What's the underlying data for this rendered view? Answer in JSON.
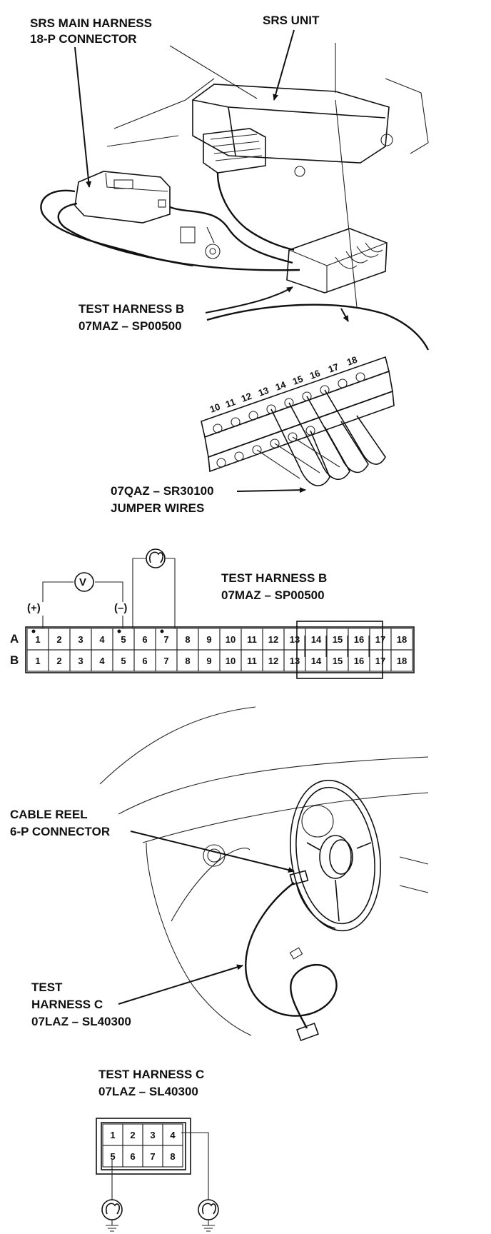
{
  "figure1": {
    "label_main_harness_line1": "SRS MAIN HARNESS",
    "label_main_harness_line2": "18-P CONNECTOR",
    "label_srs_unit": "SRS UNIT",
    "label_test_harness_b_line1": "TEST HARNESS B",
    "label_test_harness_b_line2": "07MAZ – SP00500",
    "label_jumper_line1": "07QAZ – SR30100",
    "label_jumper_line2": "JUMPER WIRES",
    "detail_pins": [
      "10",
      "11",
      "12",
      "13",
      "14",
      "15",
      "16",
      "17",
      "18"
    ]
  },
  "figure2": {
    "title_line1": "TEST HARNESS B",
    "title_line2": "07MAZ – SP00500",
    "row_a_label": "A",
    "row_b_label": "B",
    "pins": [
      "1",
      "2",
      "3",
      "4",
      "5",
      "6",
      "7",
      "8",
      "9",
      "10",
      "11",
      "12",
      "13",
      "14",
      "15",
      "16",
      "17",
      "18"
    ],
    "plus_label": "(+)",
    "minus_label": "(–)",
    "voltmeter_symbol": "V"
  },
  "figure3": {
    "label_cable_reel_line1": "CABLE REEL",
    "label_cable_reel_line2": "6-P CONNECTOR",
    "label_test_c_line1": "TEST",
    "label_test_c_line2": "HARNESS C",
    "label_test_c_line3": "07LAZ – SL40300"
  },
  "figure4": {
    "title_line1": "TEST HARNESS C",
    "title_line2": "07LAZ – SL40300",
    "pins_top": [
      "1",
      "2",
      "3",
      "4"
    ],
    "pins_bottom": [
      "5",
      "6",
      "7",
      "8"
    ]
  }
}
